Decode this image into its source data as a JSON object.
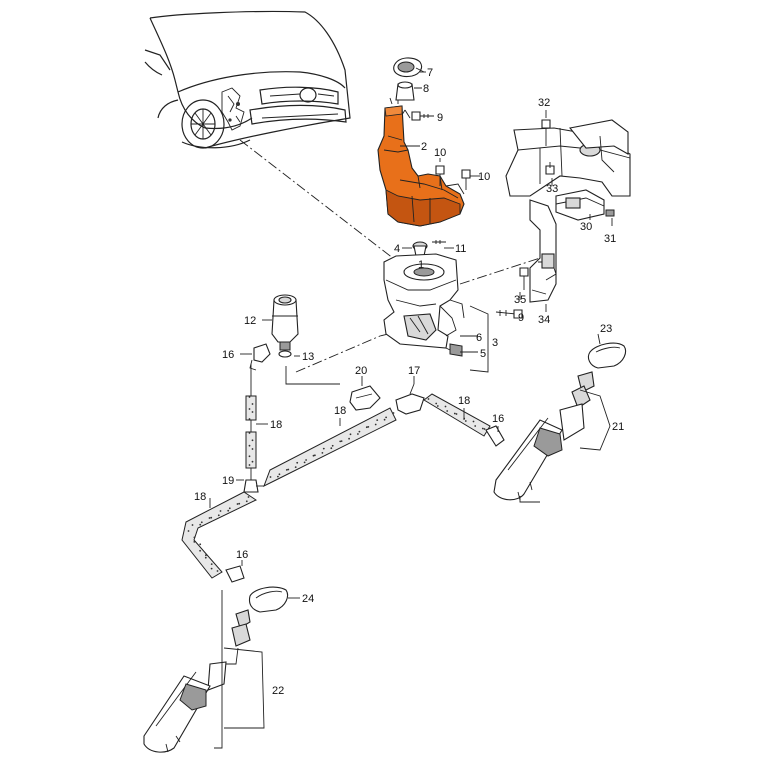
{
  "diagram": {
    "callouts": {
      "c1": "1",
      "c2": "2",
      "c3": "3",
      "c4": "4",
      "c5": "5",
      "c6": "6",
      "c7": "7",
      "c8": "8",
      "c9a": "9",
      "c9b": "9",
      "c10a": "10",
      "c10b": "10",
      "c11": "11",
      "c12": "12",
      "c13": "13",
      "c16a": "16",
      "c16b": "16",
      "c16c": "16",
      "c17": "17",
      "c18a": "18",
      "c18b": "18",
      "c18c": "18",
      "c18d": "18",
      "c19": "19",
      "c20": "20",
      "c21": "21",
      "c22": "22",
      "c23": "23",
      "c24": "24",
      "c30": "30",
      "c31": "31",
      "c32": "32",
      "c33": "33",
      "c34": "34",
      "c35": "35"
    },
    "colors": {
      "highlight_part": "#e8701a",
      "highlight_shade": "#c45511",
      "line": "#222222"
    }
  }
}
